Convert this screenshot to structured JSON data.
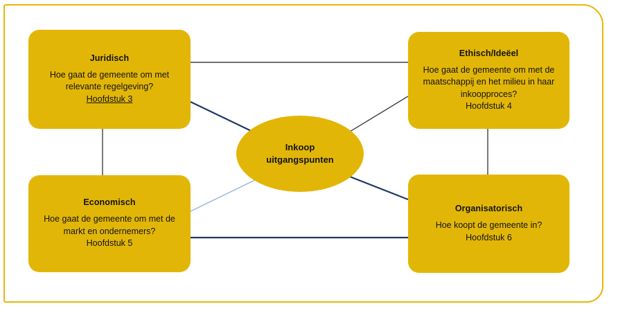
{
  "diagram": {
    "center": {
      "label": "Inkoop uitgangspunten"
    },
    "nodes": {
      "juridisch": {
        "title": "Juridisch",
        "body": "Hoe gaat de gemeente om met relevante regelgeving?",
        "chapter": "Hoofdstuk 3"
      },
      "ethisch": {
        "title": "Ethisch/Ideëel",
        "body": "Hoe gaat de gemeente om met de maatschappij en het milieu in haar inkoopproces?",
        "chapter": "Hoofdstuk 4"
      },
      "economisch": {
        "title": "Economisch",
        "body": "Hoe gaat de gemeente om met de markt en ondernemers?",
        "chapter": "Hoofdstuk 5"
      },
      "organisatorisch": {
        "title": "Organisatorisch",
        "body": "Hoe koopt de gemeente in?",
        "chapter": "Hoofdstuk 6"
      }
    },
    "colors": {
      "node_fill": "#E2B606",
      "frame_border": "#E8B60B",
      "connector_dark": "#1F3864",
      "connector_thin": "#3F3F3F",
      "connector_light": "#95B3D7"
    }
  }
}
